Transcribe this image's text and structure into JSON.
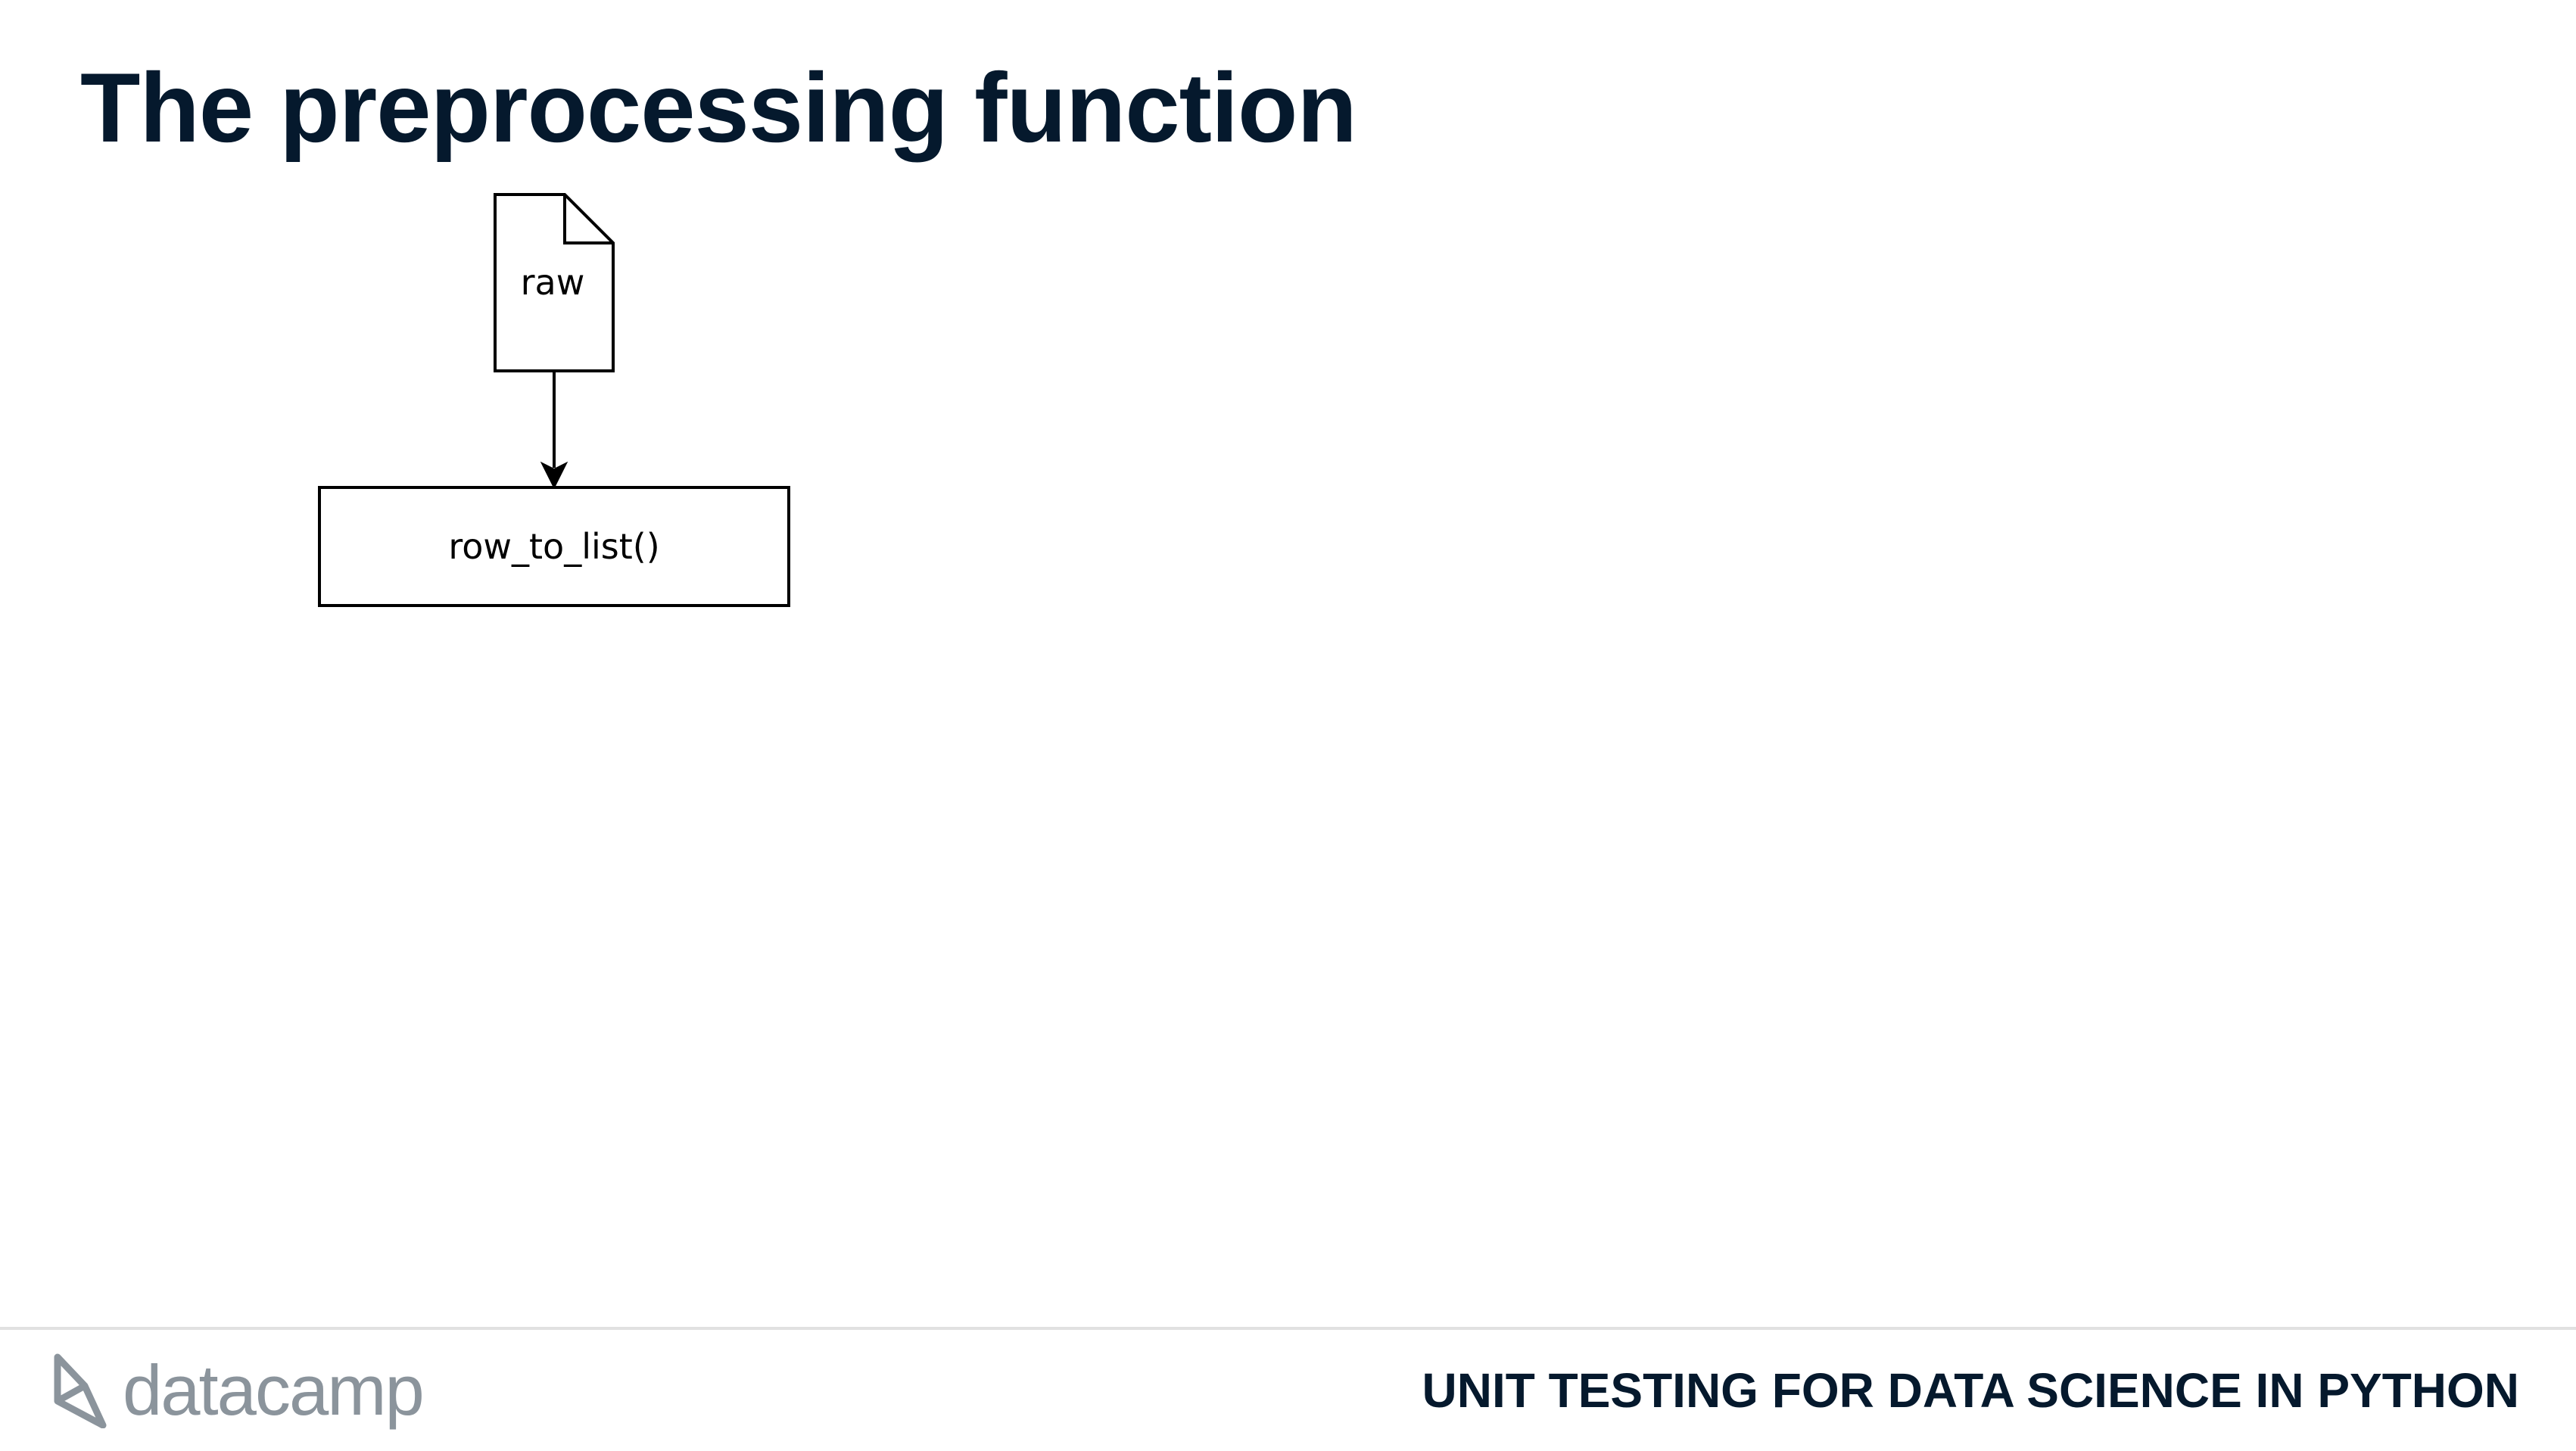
{
  "slide": {
    "title": "The preprocessing function"
  },
  "diagram": {
    "nodes": [
      {
        "id": "raw",
        "shape": "document",
        "label": "raw"
      },
      {
        "id": "row_to_list",
        "shape": "rectangle",
        "label": "row_to_list()"
      }
    ],
    "edges": [
      {
        "from": "raw",
        "to": "row_to_list"
      }
    ]
  },
  "footer": {
    "logo_text": "datacamp",
    "course_name": "UNIT TESTING FOR DATA SCIENCE IN PYTHON"
  },
  "colors": {
    "title": "#05192d",
    "logo": "#8b949c",
    "divider": "#e1e1e1",
    "diagram_stroke": "#000000"
  }
}
